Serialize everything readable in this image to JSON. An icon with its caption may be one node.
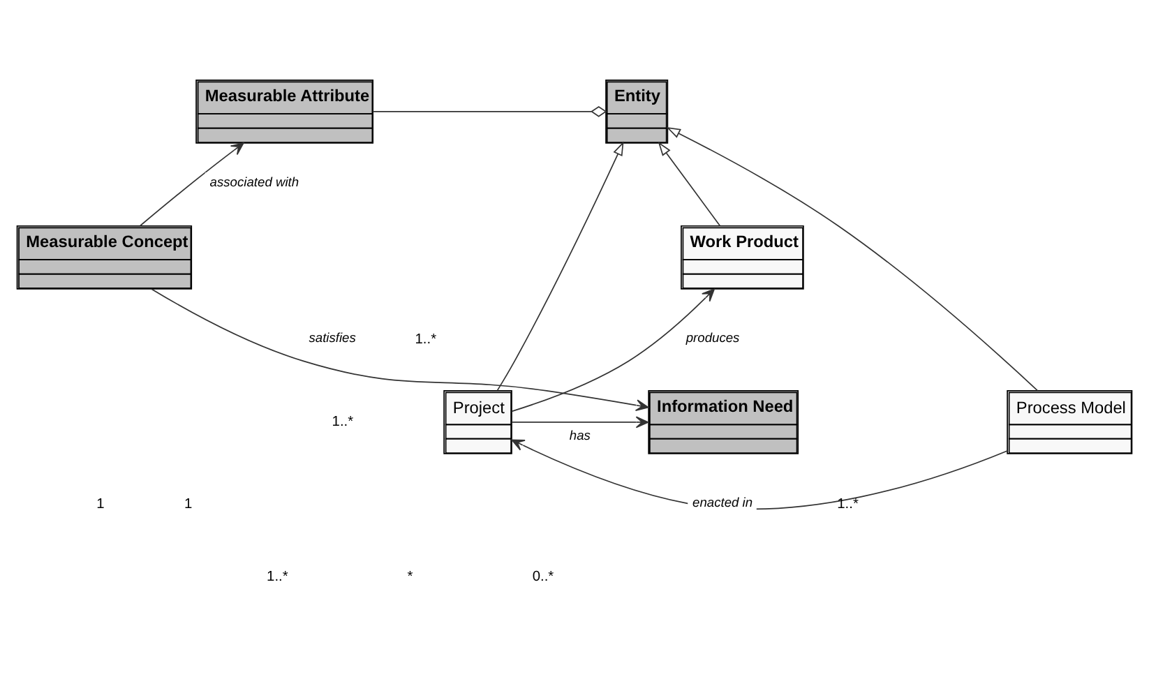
{
  "diagram": {
    "nodes": [
      {
        "text": [
          "Measurable Attribute"
        ]
      },
      {
        "text": [
          "Entity"
        ]
      },
      {
        "text": [
          "Measurable Concept"
        ]
      },
      {
        "text": [
          "Work Product"
        ]
      },
      {
        "text": [
          "Information Need"
        ]
      },
      {
        "text": [
          "Project"
        ]
      },
      {
        "text": [
          "Process Model"
        ]
      }
    ],
    "edges": [
      {
        "from": 0,
        "to": 1,
        "arrow": "other"
      },
      {
        "from": 2,
        "to": 0,
        "arrow": "to",
        "label": "associated with"
      },
      {
        "from": 2,
        "to": 4,
        "arrow": "to",
        "label": "satisfies"
      },
      {
        "from": 3,
        "to": 1,
        "arrow": "to"
      },
      {
        "from": 5,
        "to": 1,
        "arrow": "to"
      },
      {
        "from": 6,
        "to": 1,
        "arrow": "to"
      },
      {
        "from": 5,
        "to": 3,
        "arrow": "to",
        "label": "produces"
      },
      {
        "from": 5,
        "to": 4,
        "arrow": "to",
        "label": "has"
      },
      {
        "from": 6,
        "to": 5,
        "arrow": "to",
        "label": "enacted in"
      }
    ],
    "labels": [
      "1..*",
      "1..*",
      "1",
      "1",
      "1..*",
      "*",
      "0..*",
      "1..*"
    ]
  }
}
